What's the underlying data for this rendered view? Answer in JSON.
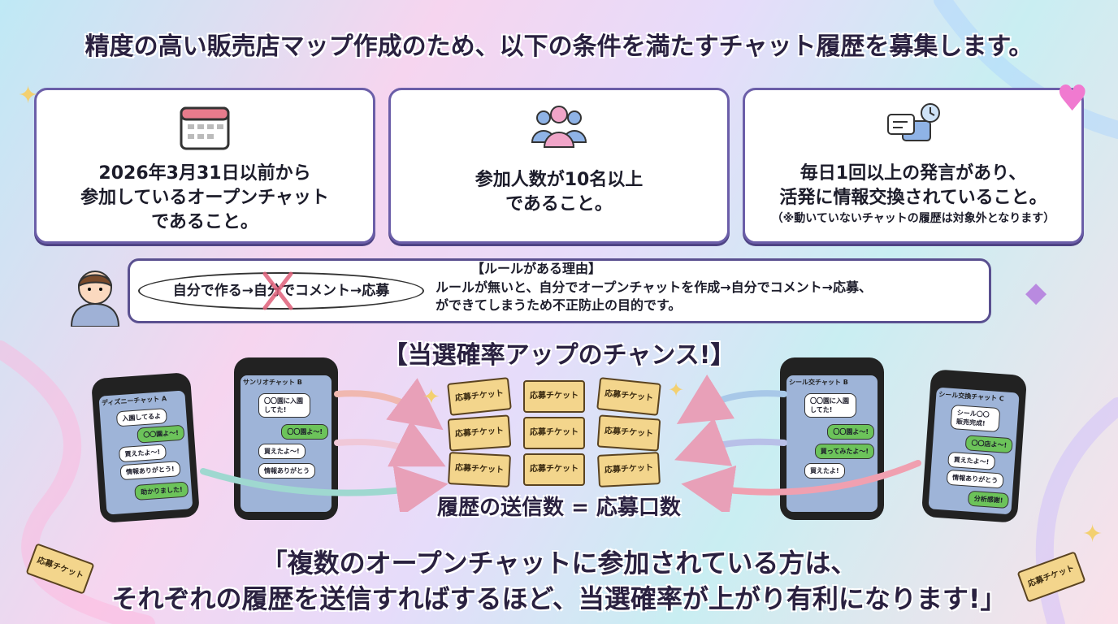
{
  "title": "精度の高い販売店マップ作成のため、以下の条件を満たすチャット履歴を募集します。",
  "conditions": [
    {
      "icon": "calendar-icon",
      "line1": "2026年3月31日以前から",
      "line2": "参加しているオープンチャット",
      "line3": "であること。"
    },
    {
      "icon": "people-icon",
      "line1": "参加人数が10名以上",
      "line2": "であること。"
    },
    {
      "icon": "chat-clock-icon",
      "line1": "毎日1回以上の発言があり、",
      "line2": "活発に情報交換されていること。",
      "note": "（※動いていないチャットの履歴は対象外となります）"
    }
  ],
  "rule": {
    "bubble": "自分で作る→自分でコメント→応募",
    "heading": "【ルールがある理由】",
    "line1": "ルールが無いと、自分でオープンチャットを作成→自分でコメント→応募、",
    "line2": "ができてしまうため不正防止の目的です。"
  },
  "chance": "【当選確率アップのチャンス!】",
  "phones": [
    {
      "name": "ディズニーチャット A",
      "msgs": [
        "入園してるよ",
        "〇〇園よ〜!",
        "買えたよ〜!",
        "情報ありがとう!",
        "助かりました!"
      ]
    },
    {
      "name": "サンリオチャット B",
      "msgs": [
        "〇〇園に入園してた!",
        "〇〇園よ〜!",
        "買えたよ〜!",
        "情報ありがとう"
      ]
    },
    {
      "name": "シール交チャット B",
      "msgs": [
        "〇〇園に入園してた!",
        "〇〇園よ〜!",
        "買ってみたよ〜!",
        "買えたよ!"
      ]
    },
    {
      "name": "シール交換チャット C",
      "msgs": [
        "シール〇〇販売完成!",
        "〇〇店よ〜!",
        "買えたよ〜!",
        "情報ありがとう",
        "分析感謝!"
      ]
    }
  ],
  "ticket_label": "応募チケット",
  "equation": "履歴の送信数 = 応募口数",
  "quote1": "「複数のオープンチャットに参加されている方は、",
  "quote2": "それぞれの履歴を送信すればするほど、当選確率が上がり有利になります!」"
}
